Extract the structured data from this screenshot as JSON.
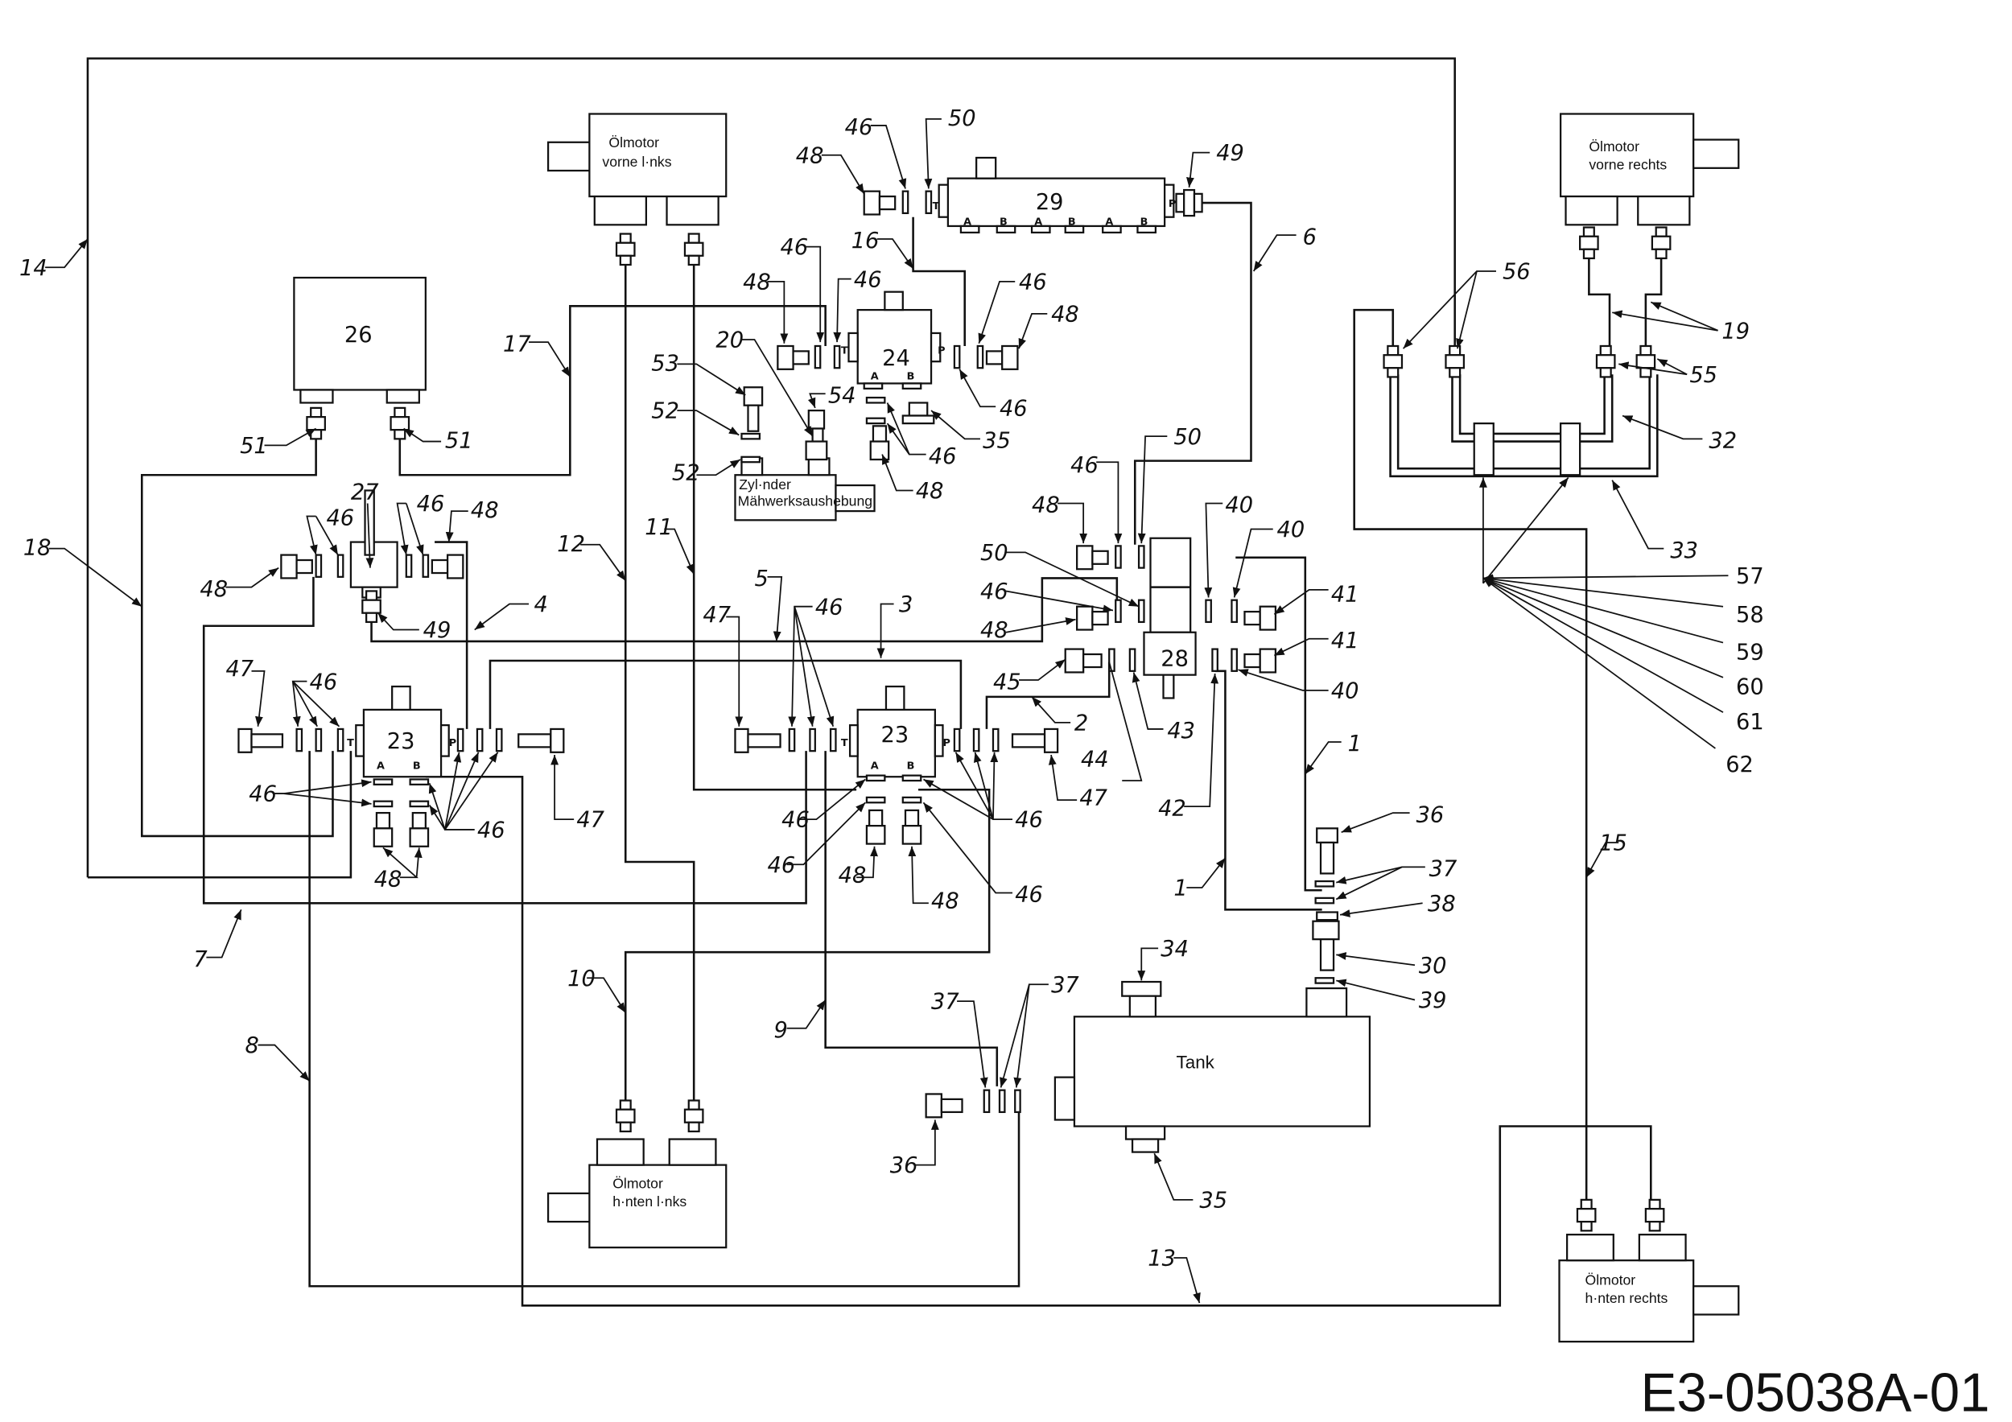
{
  "diagram": {
    "drawing_id": "E3-05038A-01",
    "components": {
      "motor_front_left": {
        "line1": "Ölmotor",
        "line2": "vorne l·nks"
      },
      "motor_front_right": {
        "line1": "Ölmotor",
        "line2": "vorne rechts"
      },
      "motor_rear_left": {
        "line1": "Ölmotor",
        "line2": "h·nten l·nks"
      },
      "motor_rear_right": {
        "line1": "Ölmotor",
        "line2": "h·nten rechts"
      },
      "pump_26": "26",
      "valve_29": "29",
      "valve_24": "24",
      "valve_23_left": "23",
      "valve_23_right": "23",
      "valve_28": "28",
      "tank": "Tank",
      "cylinder": {
        "line1": "Zyl·nder",
        "line2": "Mähwerksaushebung"
      }
    },
    "port_labels": {
      "A": "A",
      "B": "B",
      "T": "T",
      "P": "P"
    },
    "callouts": [
      "14",
      "17",
      "18",
      "51",
      "51",
      "27",
      "46",
      "46",
      "48",
      "48",
      "49",
      "4",
      "12",
      "11",
      "5",
      "46",
      "3",
      "47",
      "47",
      "46",
      "46",
      "46",
      "47",
      "48",
      "7",
      "8",
      "10",
      "9",
      "46",
      "46",
      "48",
      "48",
      "46",
      "46",
      "47",
      "2",
      "44",
      "45",
      "43",
      "42",
      "40",
      "41",
      "41",
      "40",
      "40",
      "50",
      "46",
      "48",
      "50",
      "46",
      "48",
      "1",
      "1",
      "36",
      "37",
      "38",
      "30",
      "39",
      "34",
      "35",
      "37",
      "37",
      "36",
      "13",
      "15",
      "6",
      "16",
      "46",
      "50",
      "48",
      "49",
      "46",
      "46",
      "48",
      "20",
      "53",
      "52",
      "52",
      "54",
      "46",
      "48",
      "46",
      "35",
      "46",
      "48",
      "56",
      "19",
      "55",
      "32",
      "33",
      "57",
      "58",
      "59",
      "60",
      "61",
      "62"
    ]
  }
}
